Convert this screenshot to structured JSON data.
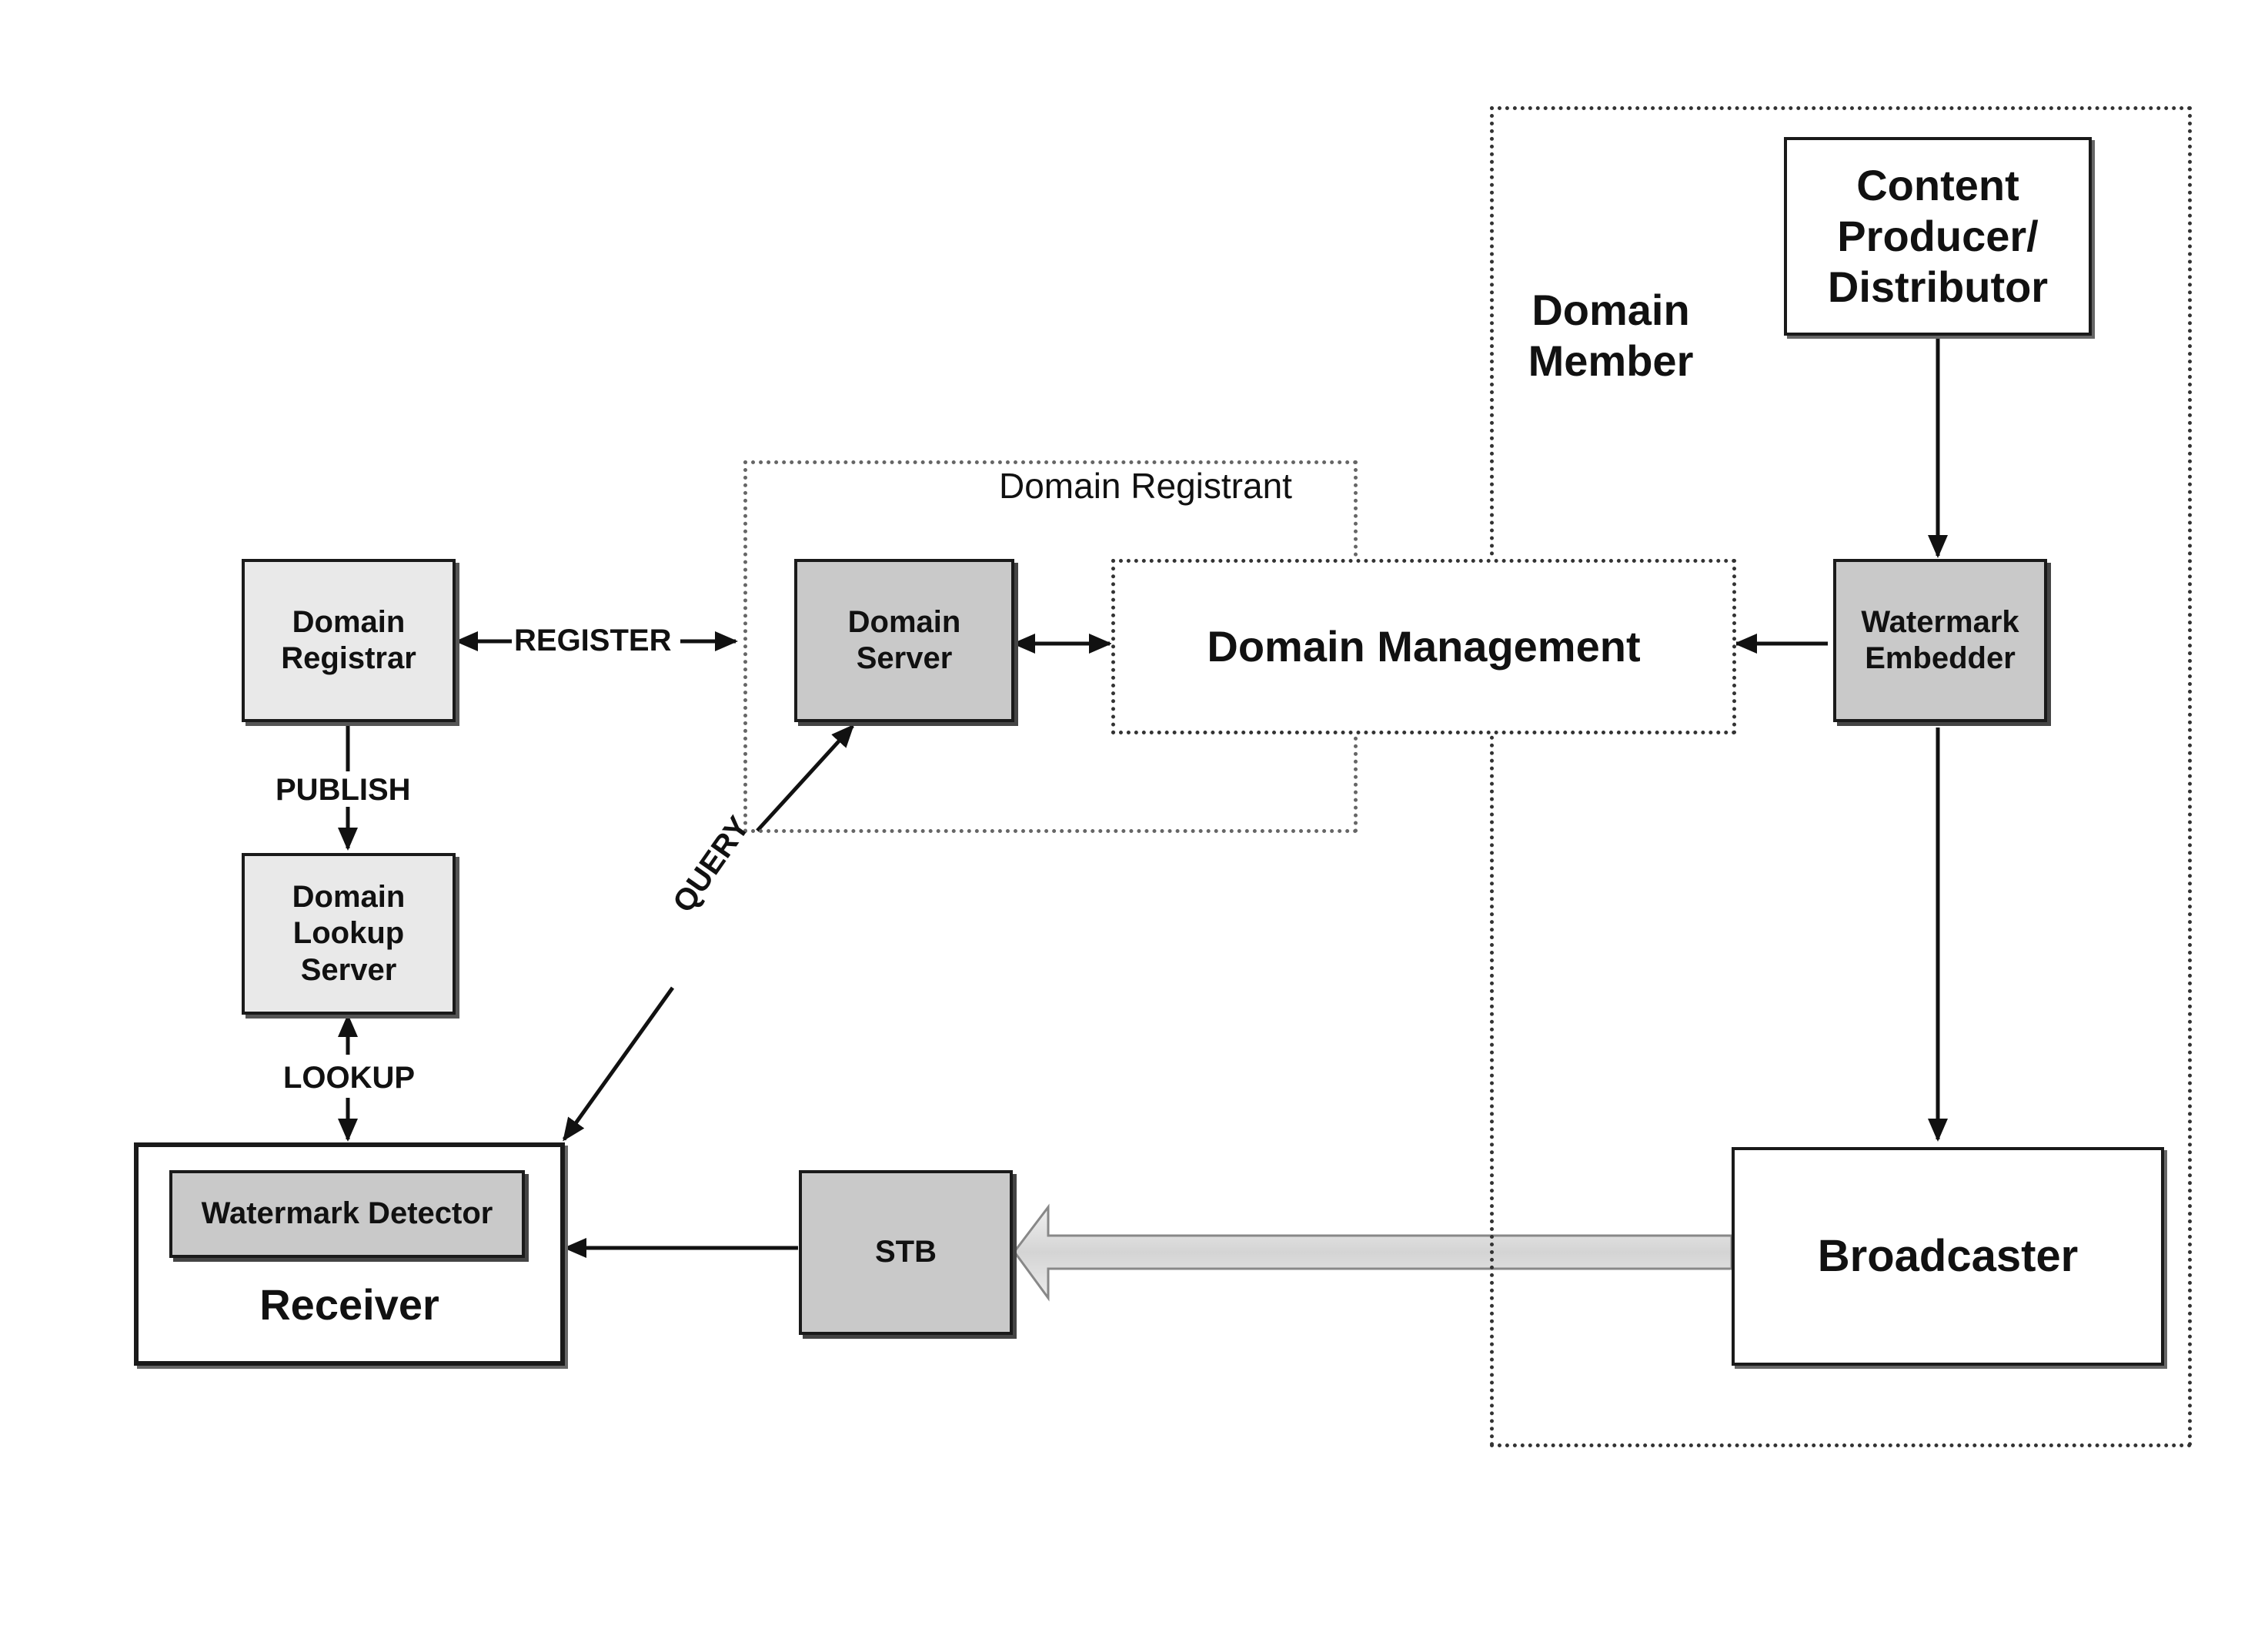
{
  "diagram": {
    "domain_member_title": [
      "Domain",
      "Member"
    ],
    "domain_registrant_title": "Domain Registrant",
    "nodes": {
      "content_producer": [
        "Content",
        "Producer/",
        "Distributor"
      ],
      "watermark_embedder": [
        "Watermark",
        "Embedder"
      ],
      "domain_management": "Domain Management",
      "domain_server": [
        "Domain",
        "Server"
      ],
      "domain_registrar": [
        "Domain",
        "Registrar"
      ],
      "domain_lookup_server": [
        "Domain",
        "Lookup",
        "Server"
      ],
      "receiver": "Receiver",
      "watermark_detector": "Watermark Detector",
      "stb": "STB",
      "broadcaster": "Broadcaster"
    },
    "edge_labels": {
      "register": "REGISTER",
      "publish": "PUBLISH",
      "lookup": "LOOKUP",
      "query": "QUERY"
    }
  }
}
